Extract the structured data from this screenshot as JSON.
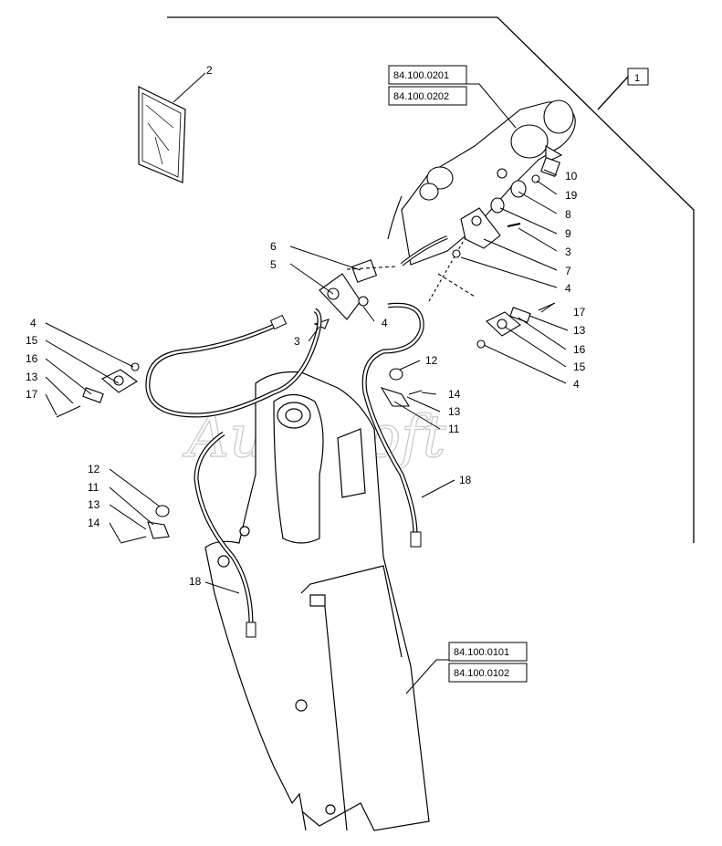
{
  "refs": {
    "group1": "1",
    "codes_top": [
      "84.100.0201",
      "84.100.0202"
    ],
    "codes_bottom": [
      "84.100.0101",
      "84.100.0102"
    ]
  },
  "callouts": {
    "c2": "2",
    "c10": "10",
    "c19": "19",
    "c8": "8",
    "c9": "9",
    "c3a": "3",
    "c7": "7",
    "c4a": "4",
    "c6": "6",
    "c5": "5",
    "c4b": "4",
    "c3b": "3",
    "c17r": "17",
    "c13r": "13",
    "c16r": "16",
    "c15r": "15",
    "c4r": "4",
    "c4l": "4",
    "c15l": "15",
    "c16l": "16",
    "c13l": "13",
    "c17l": "17",
    "c12a": "12",
    "c14a": "14",
    "c13a": "13",
    "c11a": "11",
    "c18r": "18",
    "c12b": "12",
    "c11b": "11",
    "c13b": "13",
    "c14b": "14",
    "c18l": "18"
  },
  "watermark": "AutoSoft"
}
